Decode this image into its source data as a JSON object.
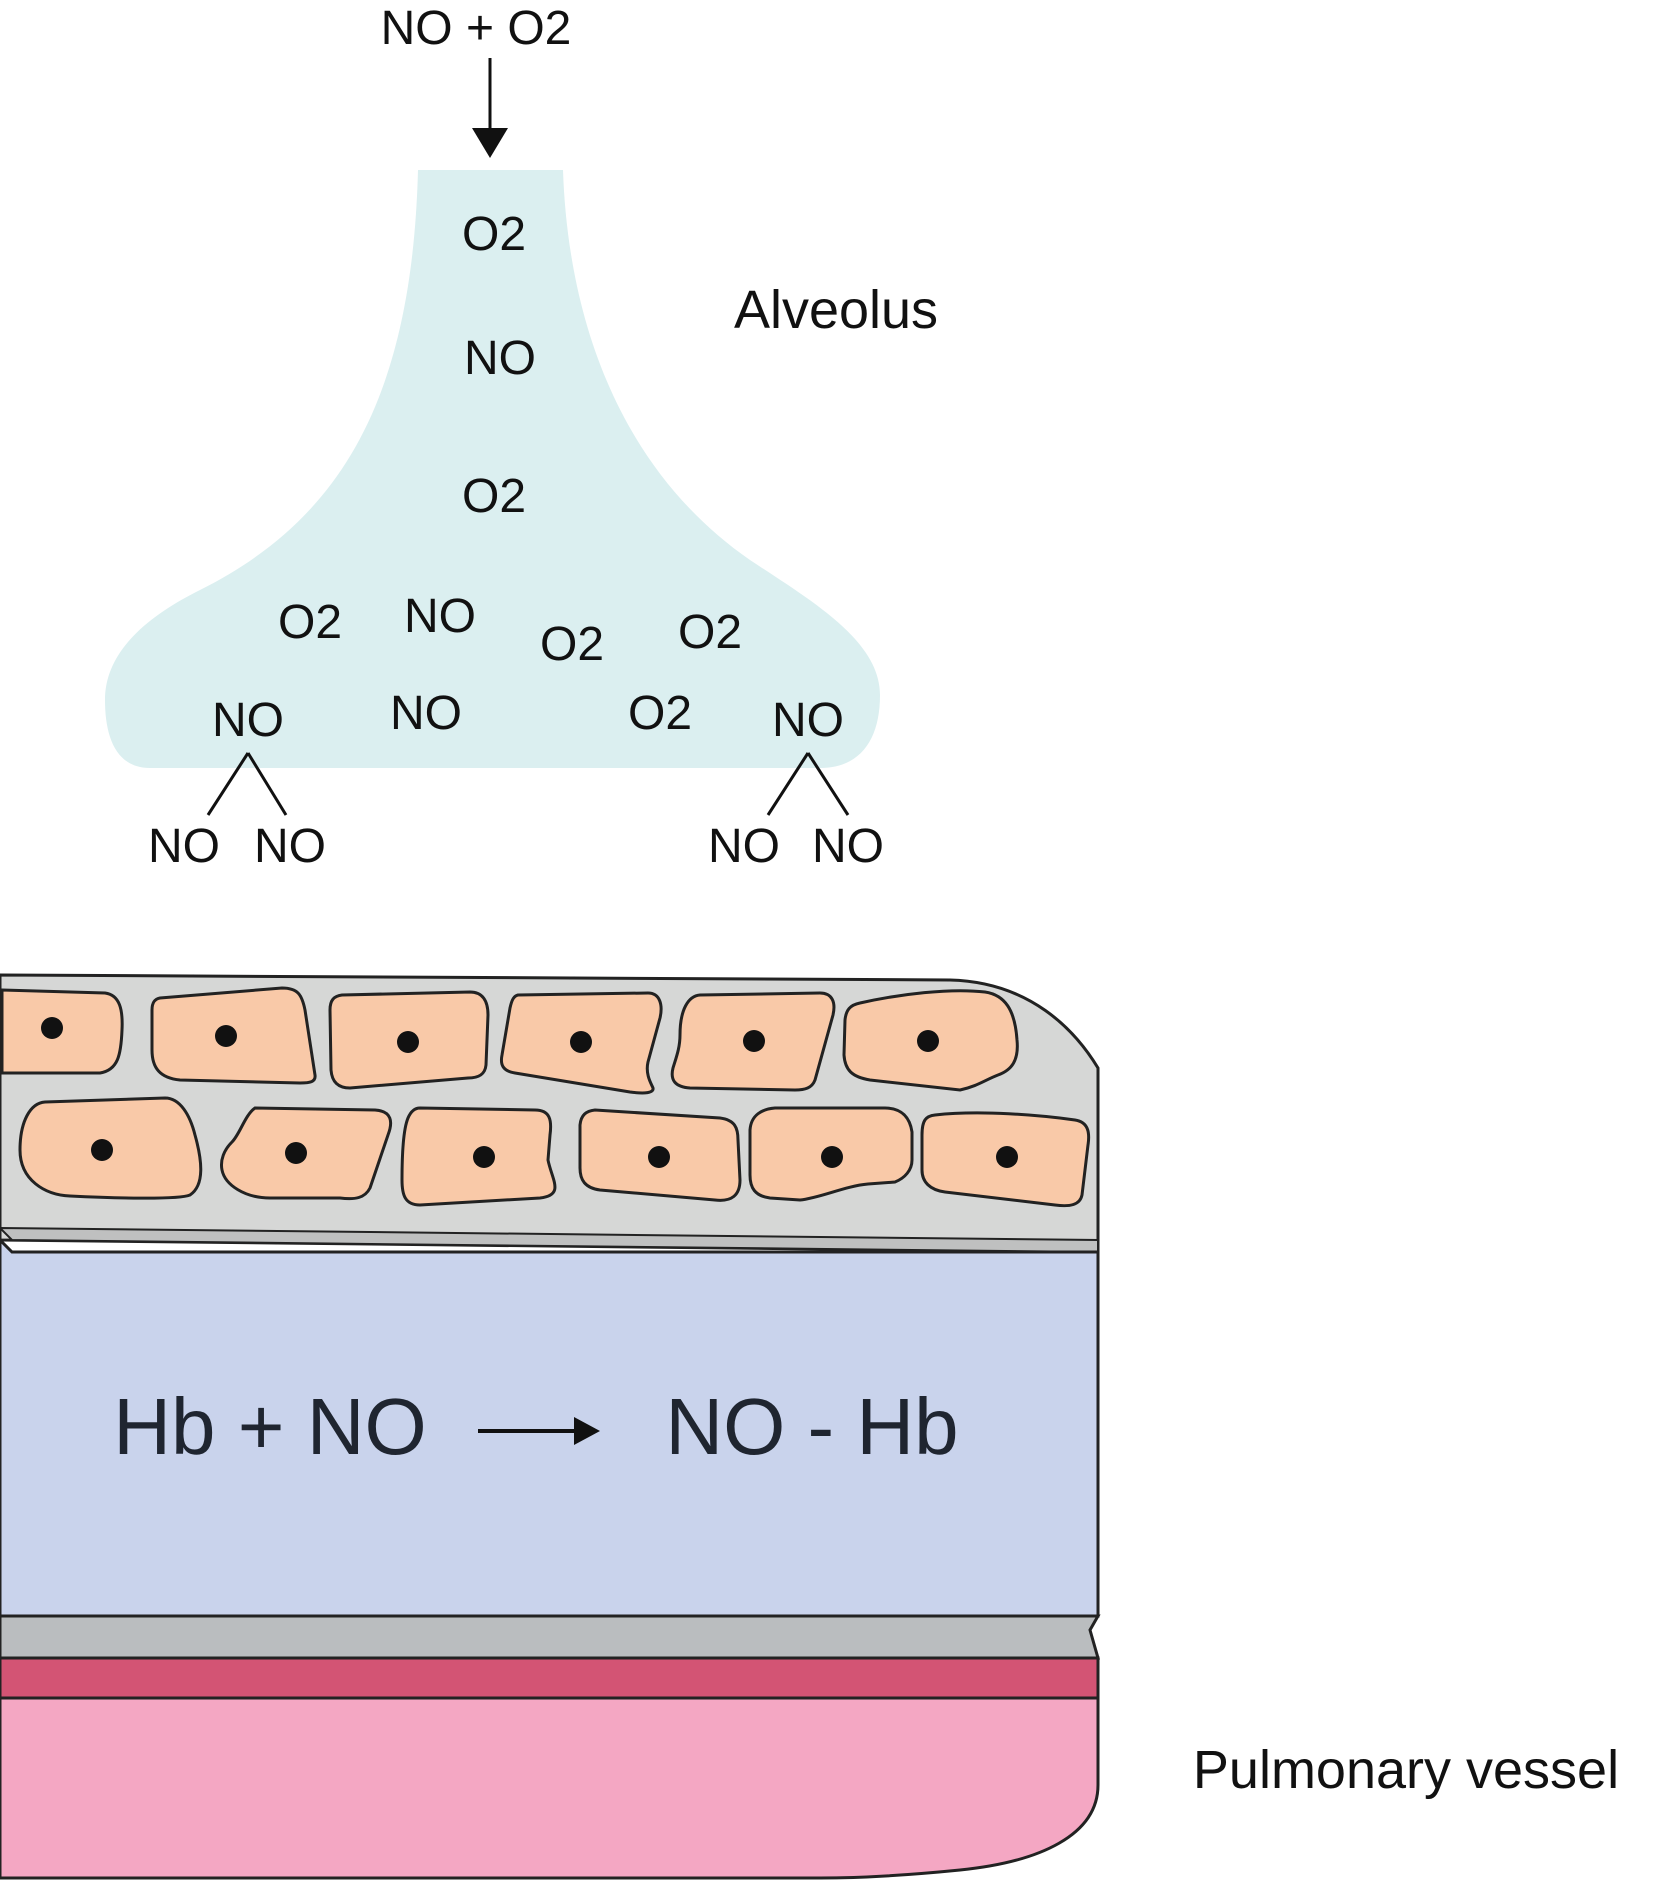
{
  "diagram": {
    "input_label": "NO + O2",
    "alveolus_label": "Alveolus",
    "vessel_label": "Pulmonary vessel",
    "alveolus_molecules": [
      "O2",
      "NO",
      "O2",
      "O2",
      "NO",
      "O2",
      "O2",
      "NO",
      "NO",
      "O2",
      "NO"
    ],
    "diffused_molecules": [
      "NO",
      "NO",
      "NO",
      "NO"
    ],
    "equation": {
      "reactants": "Hb + NO",
      "product": "NO - Hb"
    },
    "colors": {
      "alveolus_fill": "#dbeff0",
      "cell_fill": "#f9c9a8",
      "epithelium_fill": "#d6d7d6",
      "interstitium_fill": "#c9d3ec",
      "membrane_fill": "#babdbf",
      "vessel_wall_fill": "#d35474",
      "vessel_fill": "#f4a7c3"
    }
  }
}
